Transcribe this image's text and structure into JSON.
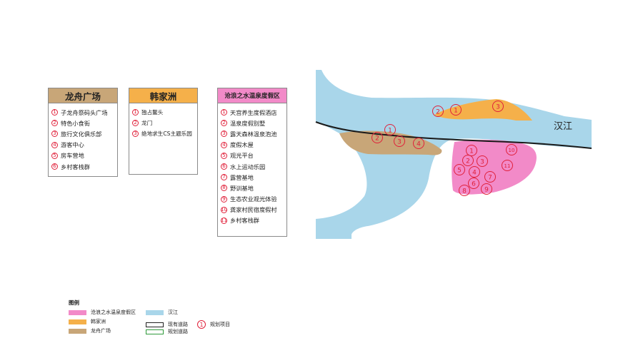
{
  "panels": {
    "longzhou": {
      "title": "龙舟广场",
      "color": "#c8a678",
      "items": [
        {
          "num": "1",
          "label": "子龙舟祭码头广场"
        },
        {
          "num": "2",
          "label": "特色小食街"
        },
        {
          "num": "3",
          "label": "旅行文化俱乐部"
        },
        {
          "num": "4",
          "label": "游客中心"
        },
        {
          "num": "5",
          "label": "房车营地"
        },
        {
          "num": "6",
          "label": "乡村客栈群"
        }
      ]
    },
    "hanjiazhou": {
      "title": "韩家洲",
      "color": "#f5b04a",
      "items": [
        {
          "num": "1",
          "label": "独占鳌头"
        },
        {
          "num": "2",
          "label": "龙门"
        },
        {
          "num": "3",
          "label": "绝地求生CS主题乐园"
        }
      ]
    },
    "canglang": {
      "title": "沧浪之水温泉度假区",
      "color": "#f28ac8",
      "items": [
        {
          "num": "1",
          "label": "天宫养生度假酒店"
        },
        {
          "num": "2",
          "label": "温泉度假别墅"
        },
        {
          "num": "3",
          "label": "露天森林温泉泡池"
        },
        {
          "num": "4",
          "label": "度假木屋"
        },
        {
          "num": "5",
          "label": "观光平台"
        },
        {
          "num": "6",
          "label": "水上运动乐园"
        },
        {
          "num": "7",
          "label": "露营基地"
        },
        {
          "num": "8",
          "label": "野训基地"
        },
        {
          "num": "9",
          "label": "生态农业观光体验"
        },
        {
          "num": "10",
          "label": "龚家村民宿度假村"
        },
        {
          "num": "11",
          "label": "乡村客栈群"
        }
      ]
    }
  },
  "map": {
    "river_label": "汉江",
    "colors": {
      "river": "#a9d6ea",
      "han": "#f5b04a",
      "long": "#c8a678",
      "cang": "#f28ac8",
      "marker": "#e0203a",
      "road": "#1a1a1a"
    },
    "han_markers": [
      "2",
      "1",
      "3"
    ],
    "long_markers": [
      "1",
      "2",
      "3",
      "4"
    ],
    "cang_markers": [
      "1",
      "2",
      "3",
      "5",
      "4",
      "7",
      "6",
      "8",
      "9",
      "10",
      "11"
    ]
  },
  "legend": {
    "title": "图例",
    "items": {
      "cang": "沧浪之水温泉度假区",
      "han": "韩家洲",
      "long": "龙舟广场",
      "river": "汉江",
      "road_existing": "现有道路",
      "road_planned": "规划道路",
      "project": "规划项目"
    },
    "project_num": "1"
  }
}
